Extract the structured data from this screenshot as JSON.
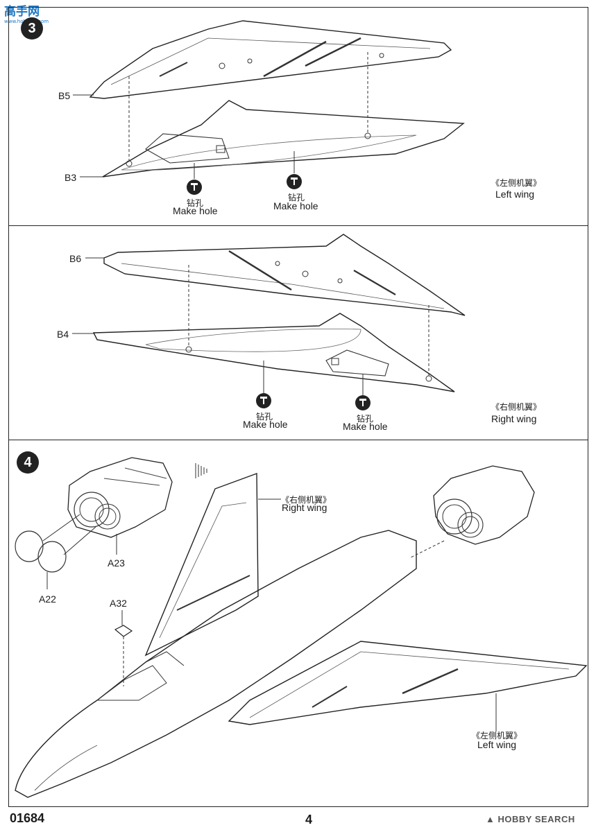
{
  "logo": {
    "text": "高手网",
    "sub": "www.hobbyts.com"
  },
  "step3": {
    "panel_top": {
      "labels": {
        "upper": "B5",
        "lower": "B3"
      },
      "holes": [
        {
          "cn": "钻孔",
          "en": "Make hole"
        },
        {
          "cn": "钻孔",
          "en": "Make hole"
        }
      ],
      "caption": {
        "cn": "《左侧机翼》",
        "en": "Left wing"
      }
    },
    "panel_bottom": {
      "labels": {
        "upper": "B6",
        "lower": "B4"
      },
      "holes": [
        {
          "cn": "钻孔",
          "en": "Make hole"
        },
        {
          "cn": "钻孔",
          "en": "Make hole"
        }
      ],
      "caption": {
        "cn": "《右侧机翼》",
        "en": "Right wing"
      }
    }
  },
  "step4": {
    "number": "4",
    "parts": {
      "a23": "A23",
      "a22": "A22",
      "a32": "A32"
    },
    "right_wing": {
      "cn": "《右侧机翼》",
      "en": "Right wing"
    },
    "left_wing": {
      "cn": "《左侧机翼》",
      "en": "Left wing"
    }
  },
  "footer": {
    "code": "01684",
    "page": "4",
    "brand": "HOBBY SEARCH"
  }
}
